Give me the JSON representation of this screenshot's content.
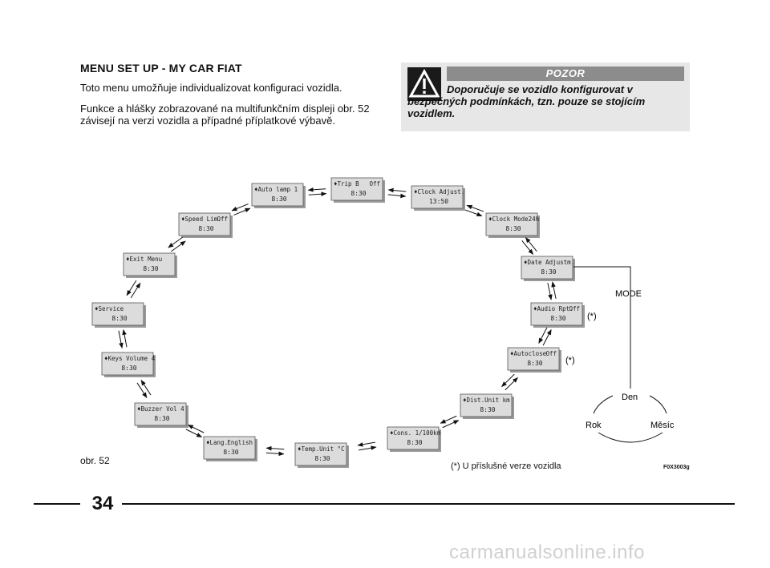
{
  "header": {
    "title": "MENU SET UP - MY CAR FIAT",
    "intro": "Toto menu umožňuje individualizovat konfiguraci vozidla.",
    "intro2": "Funkce a hlášky zobrazované na multifunkčním displeji obr. 52 závisejí na verzi vozidla a případné příplatkové výbavě."
  },
  "warning": {
    "heading": "POZOR",
    "text": "Doporučuje se vozidlo konfigurovat v bezpečných podmínkách, tzn. pouze se stojícím vozidlem.",
    "icon": "warning-triangle-icon"
  },
  "diagram": {
    "time": "8:30",
    "clock_time": "13:50",
    "screens": [
      {
        "key": "trip_b",
        "line1": "Trip B",
        "right": "Off"
      },
      {
        "key": "clock_adjust",
        "line1": "Clock Adjust.",
        "right": ""
      },
      {
        "key": "clock_mode",
        "line1": "Clock Mode24h",
        "right": ""
      },
      {
        "key": "date_adjust",
        "line1": "Date Adjustm.",
        "right": ""
      },
      {
        "key": "audio_rpt",
        "line1": "Audio Rpt.",
        "right": "Off"
      },
      {
        "key": "autoclose",
        "line1": "Autoclose",
        "right": "Off"
      },
      {
        "key": "dist_unit",
        "line1": "Dist.Unit km",
        "right": ""
      },
      {
        "key": "cons",
        "line1": "Cons. 1/100km",
        "right": ""
      },
      {
        "key": "temp_unit",
        "line1": "Temp.Unit °C",
        "right": ""
      },
      {
        "key": "lang",
        "line1": "Lang.",
        "right": "English"
      },
      {
        "key": "buzzer",
        "line1": "Buzzer Vol 4",
        "right": ""
      },
      {
        "key": "keys_volume",
        "line1": "Keys Volume 4",
        "right": ""
      },
      {
        "key": "service",
        "line1": "Service",
        "right": ""
      },
      {
        "key": "exit_menu",
        "line1": "Exit Menu",
        "right": ""
      },
      {
        "key": "speed_lim",
        "line1": "Speed Lim.",
        "right": "Off"
      },
      {
        "key": "auto_lamp",
        "line1": "Auto lamp 1",
        "right": ""
      }
    ],
    "asterisk": "(*)",
    "mode_label": "MODE",
    "den_label": "Den",
    "rok_label": "Rok",
    "mesic_label": "Měsíc",
    "fig_label": "obr. 52",
    "footnote": "(*) U příslušné verze vozidla",
    "code": "F0X3003g"
  },
  "page": {
    "number": "34",
    "watermark": "carmanualsonline.info"
  }
}
